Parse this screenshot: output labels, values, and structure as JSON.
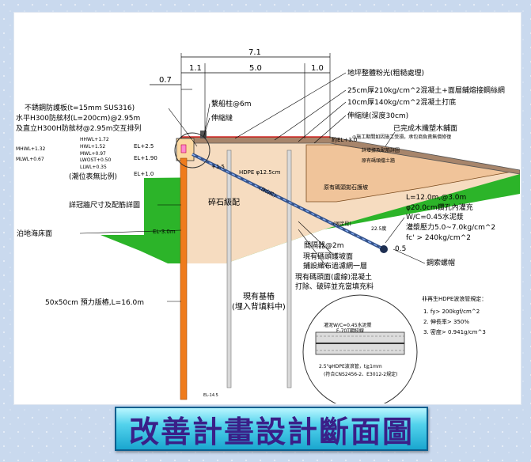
{
  "title": "改善計畫設計斷面圖",
  "dims": {
    "total": "7.1",
    "left": "1.1",
    "mid": "5.0",
    "right": "1.0",
    "top_left": "0.7"
  },
  "labels": {
    "surface": "地坪整體粉光(粗糙處理)",
    "concrete_top": "25cm厚210kg/cm^2混凝土+面層舖熔接鋼絲網",
    "concrete_sub": "10cm厚140kg/cm^2混凝土打底",
    "joint_depth": "伸縮縫(深度30cm)",
    "finished_wood": "已完成木纖塑木舖面",
    "wood_note": "◎施工期間如因施工受損，承包商負責無償修復",
    "bollard": "繫船柱@6m",
    "joint": "伸縮縫",
    "plate1": "不銹鋼防護板(t=15mm SUS316)",
    "plate2": "水平H300防舷材(L=200cm)@2.95m",
    "plate3": "及直立H300H防舷材@2.95m交互排列",
    "hhwl": "HHWL+1.72",
    "mhwl": "MHWL+1.32",
    "hwl": "HWL+1.52",
    "mwl": "MWL+0.97",
    "mlwl": "MLWL+0.67",
    "lwost": "LWOST+0.50",
    "llwl": "LLWL+0.35",
    "tide_note": "(潮位表無比例)",
    "el25": "EL+2.5",
    "el19": "EL+1.90",
    "el10": "EL+1.0",
    "el30": "約EL+3.0",
    "rebar_detail": "詳增據及配筋詳圖",
    "dock_backfill": "原有碼頭擋土牆",
    "hdpe": "HDPE φ12.5cm",
    "el15": "+1.5",
    "stone_wall": "原有碼頭拋石護坡",
    "crushed": "碎石級配",
    "rebar_sheet": "詳冠牆尺寸及配筋詳圖",
    "anchor_len": "L=12.0m,@3.0m",
    "drill": "φ20.0cm鑽孔內灌充",
    "wc": "W/C=0.45水泥漿",
    "pressure": "灌漿壓力5.0~7.0kg/cm^2",
    "fc": "fc' > 240kg/cm^2",
    "angle": "22.5度",
    "fixed_seg": "(固定段)",
    "free_seg": "(自由段)",
    "spacer": "間隔器@2m",
    "v05": "0.5",
    "cap": "鋼索螺帽",
    "seabed": "泊地海床面",
    "el_m3": "EL-3.0m",
    "revet1": "現有碼頭護坡面",
    "revet2": "鋪設織布過濾網一層",
    "dem1": "現有碼頭面(盧線)混凝土",
    "dem2": "打除、破碎並充當填充料",
    "pile": "50x50cm 預力版樁,L=16.0m",
    "exist_pile1": "現有基樁",
    "exist_pile2": "(埋入背填料中)",
    "hdpe_spec": "非再生HDPE波浪管規定：",
    "spec1": "1. fy> 200kgf/cm^2",
    "spec2": "2. 伸長率> 350%",
    "spec3": "3. 密度> 0.941g/cm^3",
    "grout_in": "灌泥W/C=0.45水泥漿",
    "strand": "F-70T鋼絞線",
    "pipe1": "2.5\"φHDPE波浪管，t≧1mm",
    "pipe2": "(符合CNS2456-2、E3012-2規定)",
    "pile_tip": "EL-14.5"
  },
  "colors": {
    "pile": "#ef7b1c",
    "slope_green": "#21b01d",
    "wall_fill": "#f0c49a",
    "backfill": "#f6dcc0",
    "pile_gray": "#d9d9d9",
    "anchor": "#36548c",
    "title_text": "#3a1f88"
  }
}
